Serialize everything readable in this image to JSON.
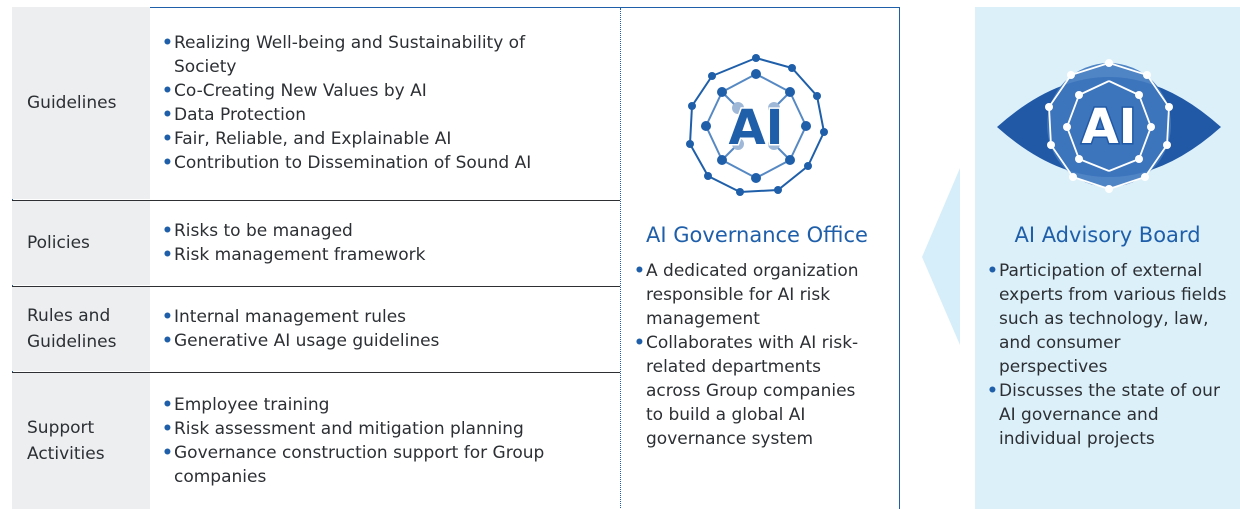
{
  "rows": [
    {
      "label": "Guidelines",
      "items": [
        "Realizing Well-being and Sustainability of Society",
        "Co-Creating New Values by AI",
        "Data Protection",
        "Fair, Reliable, and Explainable AI",
        "Contribution to Dissemination of Sound AI"
      ]
    },
    {
      "label": "Policies",
      "items": [
        "Risks to be managed",
        "Risk management framework"
      ]
    },
    {
      "label": "Rules and Guidelines",
      "items": [
        "Internal management rules",
        "Generative AI usage guidelines"
      ]
    },
    {
      "label": "Support Activities",
      "items": [
        "Employee training",
        "Risk assessment and mitigation planning",
        "Governance construction support for Group companies"
      ]
    }
  ],
  "office": {
    "logo_text": "AI",
    "title": "AI Governance Office",
    "items": [
      "A dedicated organization responsible for AI risk management",
      "Collaborates with AI risk-related departments across Group companies to build a global AI governance system"
    ]
  },
  "board": {
    "logo_text": "AI",
    "title": "AI Advisory Board",
    "items": [
      "Participation of external experts from various fields such as technology, law, and consumer perspectives",
      "Discusses the state of our AI governance and individual projects"
    ]
  },
  "colors": {
    "accent": "#1f5faa",
    "label_bg": "#eceef0",
    "board_bg": "#dcf0fa",
    "arrow": "#d6eef9"
  }
}
